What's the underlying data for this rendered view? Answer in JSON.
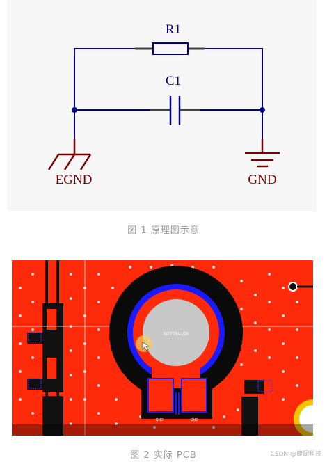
{
  "schematic": {
    "resistor_label": "R1",
    "capacitor_label": "C1",
    "left_ground_label": "EGND",
    "right_ground_label": "GND",
    "wire_color": "#00008b",
    "ground_color": "#7a0000"
  },
  "captions": {
    "figure1": "图 1 原理图示意",
    "figure2": "图 2 实际 PCB"
  },
  "pcb": {
    "component_label": "N22794108",
    "pad_label_left": "GND",
    "pad_label_right": "GND",
    "copper_color": "#ff2a0a",
    "keepout_color": "#0a0a0a",
    "ring_color": "#1a1aff",
    "pad_color": "#c8c8c8"
  },
  "watermark": "CSDN @捷配科技"
}
